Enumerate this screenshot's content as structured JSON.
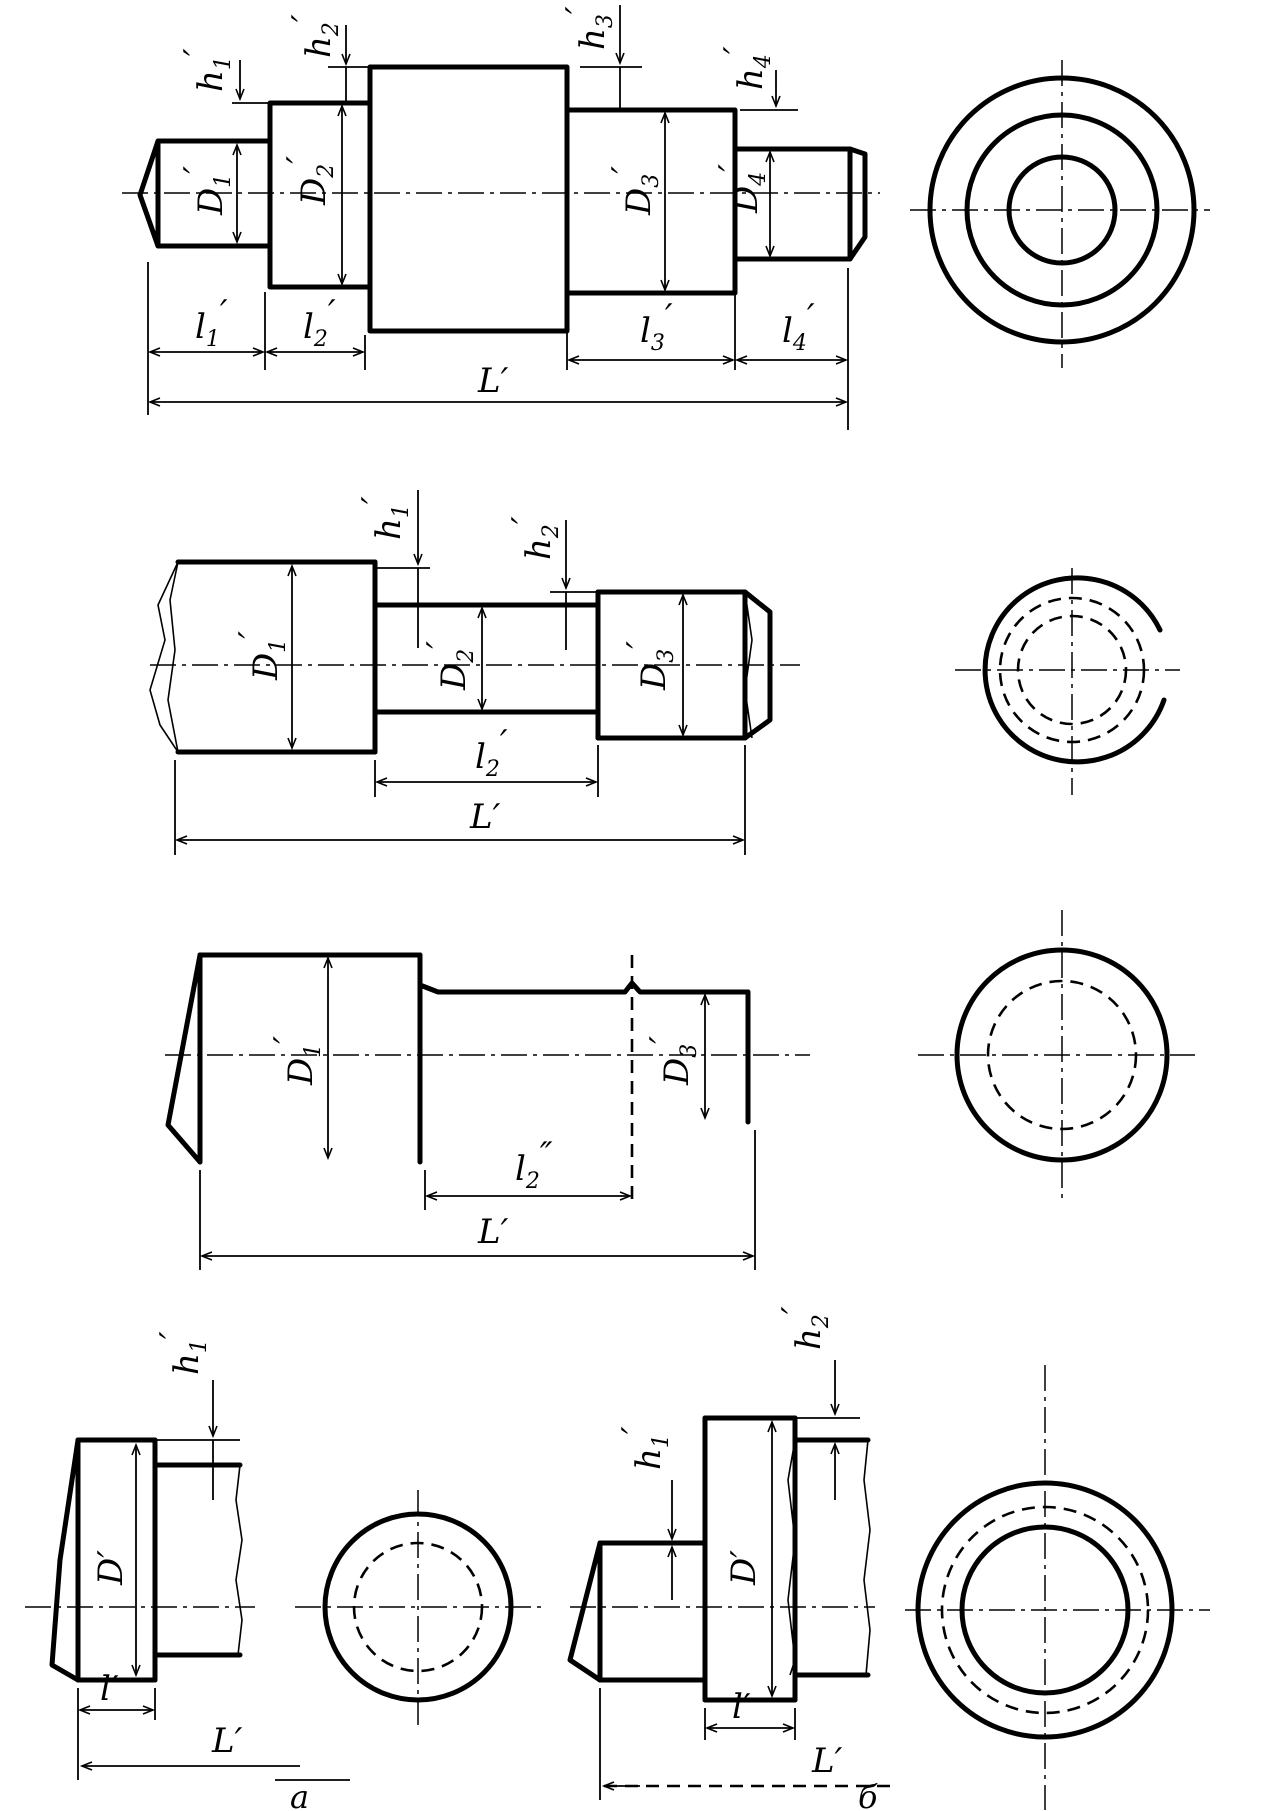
{
  "figure1": {
    "labels": {
      "h1": [
        "h",
        "1",
        "′"
      ],
      "h2": [
        "h",
        "2",
        "′"
      ],
      "h3": [
        "h",
        "3",
        "′"
      ],
      "h4": [
        "h",
        "4",
        "′"
      ],
      "D1": [
        "D",
        "1",
        "′"
      ],
      "D2": [
        "D",
        "2",
        "′"
      ],
      "D3": [
        "D",
        "3",
        "′"
      ],
      "D4": [
        "D",
        "4",
        "′"
      ],
      "l1": [
        "l",
        "1",
        "′"
      ],
      "l2": [
        "l",
        "2",
        "′"
      ],
      "l3": [
        "l",
        "3",
        "′"
      ],
      "l4": [
        "l",
        "4",
        "′"
      ],
      "L": "L′"
    }
  },
  "figure2": {
    "labels": {
      "h1": [
        "h",
        "1",
        "′"
      ],
      "h2": [
        "h",
        "2",
        "′"
      ],
      "D1": [
        "D",
        "1",
        "′"
      ],
      "D2": [
        "D",
        "2",
        "′"
      ],
      "D3": [
        "D",
        "3",
        "′"
      ],
      "l2": [
        "l",
        "2",
        "′"
      ],
      "L": "L′"
    }
  },
  "figure3": {
    "labels": {
      "D1": [
        "D",
        "1",
        "′"
      ],
      "D3": [
        "D",
        "3",
        "′"
      ],
      "l2": [
        "l",
        "2",
        "″"
      ],
      "L": "L′"
    }
  },
  "figure4a": {
    "labels": {
      "h1": [
        "h",
        "1",
        "′"
      ],
      "D": "D′",
      "l": "l′",
      "L": "L′"
    },
    "caption": "а"
  },
  "figure4b": {
    "labels": {
      "h1": [
        "h",
        "1",
        "′"
      ],
      "h2": [
        "h",
        "2",
        "′"
      ],
      "D": "D′",
      "l": "l′",
      "L": "L′"
    },
    "caption": "б"
  }
}
